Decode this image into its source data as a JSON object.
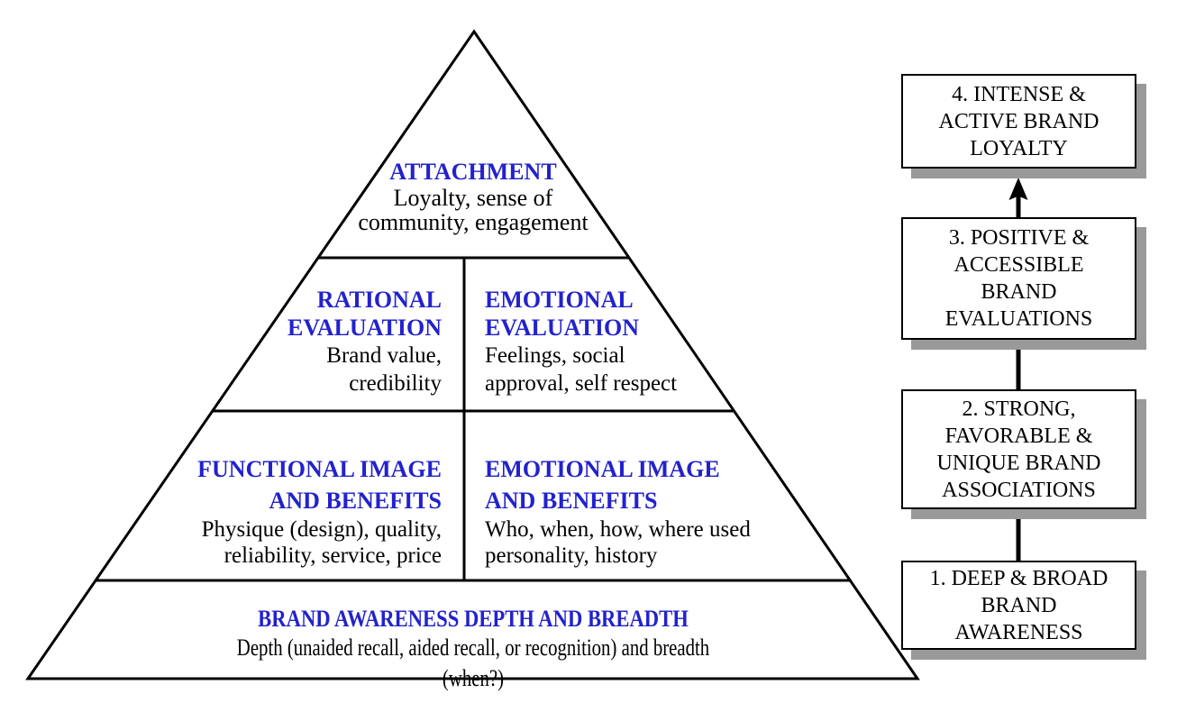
{
  "colors": {
    "heading_blue": "#2222CC",
    "text_black": "#000000",
    "line_black": "#000000",
    "shadow_gray": "#999999",
    "background": "#FFFFFF"
  },
  "pyramid": {
    "attachment": {
      "heading": "ATTACHMENT",
      "body1": "Loyalty, sense of",
      "body2": "community, engagement"
    },
    "rational_evaluation": {
      "heading1": "RATIONAL",
      "heading2": "EVALUATION",
      "body1": "Brand value,",
      "body2": "credibility"
    },
    "emotional_evaluation": {
      "heading1": "EMOTIONAL",
      "heading2": "EVALUATION",
      "body1": "Feelings, social",
      "body2": "approval, self respect"
    },
    "functional_image": {
      "heading1": "FUNCTIONAL IMAGE",
      "heading2": "AND BENEFITS",
      "body1": "Physique (design), quality,",
      "body2": "reliability, service, price"
    },
    "emotional_image": {
      "heading1": "EMOTIONAL IMAGE",
      "heading2": "AND BENEFITS",
      "body1": "Who, when, how, where used",
      "body2": "personality, history"
    },
    "brand_awareness": {
      "heading": "BRAND AWARENESS DEPTH AND BREADTH",
      "body": "Depth (unaided recall, aided recall, or recognition) and breadth (when?)"
    }
  },
  "ladder": {
    "step4": {
      "line1": "4. INTENSE &",
      "line2": "ACTIVE BRAND",
      "line3": "LOYALTY"
    },
    "step3": {
      "line1": "3. POSITIVE &",
      "line2": "ACCESSIBLE",
      "line3": "BRAND",
      "line4": "EVALUATIONS"
    },
    "step2": {
      "line1": "2. STRONG,",
      "line2": "FAVORABLE &",
      "line3": "UNIQUE BRAND",
      "line4": "ASSOCIATIONS"
    },
    "step1": {
      "line1": "1. DEEP & BROAD",
      "line2": "BRAND",
      "line3": "AWARENESS"
    }
  }
}
